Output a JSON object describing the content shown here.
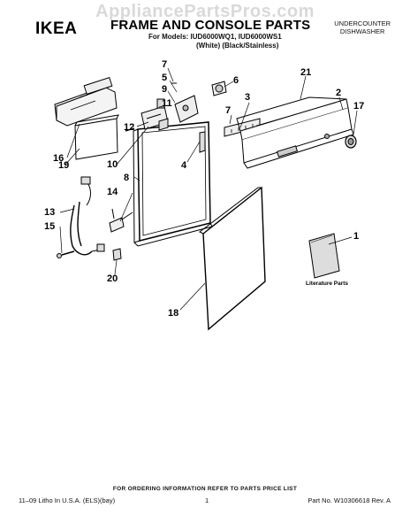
{
  "watermark": "AppliancePartsPros.com",
  "brand": "IKEA",
  "title": "FRAME AND CONSOLE PARTS",
  "models": "For Models: IUD6000WQ1, IUD6000WS1",
  "variants": "(White)  (Black/Stainless)",
  "product_type": [
    "UNDERCOUNTER",
    "DISHWASHER"
  ],
  "part_numbers": {
    "p1": "1",
    "p2": "2",
    "p3": "3",
    "p4": "4",
    "p5": "5",
    "p6": "6",
    "p7a": "7",
    "p7b": "7",
    "p8": "8",
    "p9": "9",
    "p10": "10",
    "p11": "11",
    "p12": "12",
    "p13": "13",
    "p14": "14",
    "p15": "15",
    "p16": "16",
    "p17": "17",
    "p18": "18",
    "p19": "19",
    "p20": "20",
    "p21": "21"
  },
  "literature_label": "Literature Parts",
  "ordering_note": "FOR ORDERING INFORMATION REFER TO PARTS PRICE LIST",
  "footer": {
    "left": "11–09 Litho In U.S.A. (ELS)(bay)",
    "page": "1",
    "right": "Part No. W10306618 Rev. A"
  }
}
